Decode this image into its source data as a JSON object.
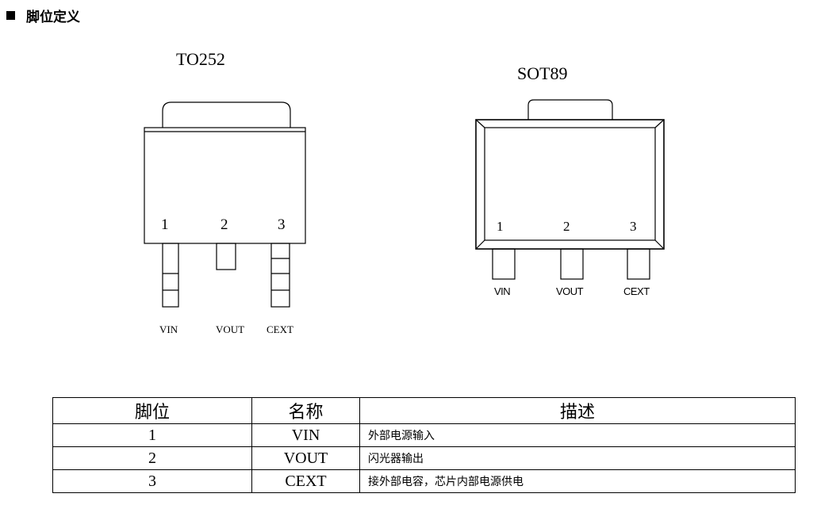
{
  "heading": {
    "icon": "black-square-icon",
    "text": "脚位定义"
  },
  "to252": {
    "title": "TO252",
    "pin_numbers": [
      "1",
      "2",
      "3"
    ],
    "pin_names": [
      "VIN",
      "VOUT",
      "CEXT"
    ]
  },
  "sot89": {
    "title": "SOT89",
    "pin_numbers": [
      "1",
      "2",
      "3"
    ],
    "pin_names": [
      "VIN",
      "VOUT",
      "CEXT"
    ]
  },
  "table": {
    "headers": [
      "脚位",
      "名称",
      "描述"
    ],
    "rows": [
      {
        "pin": "1",
        "name": "VIN",
        "desc": "外部电源输入"
      },
      {
        "pin": "2",
        "name": "VOUT",
        "desc": "闪光器输出"
      },
      {
        "pin": "3",
        "name": "CEXT",
        "desc": "接外部电容，芯片内部电源供电"
      }
    ]
  }
}
